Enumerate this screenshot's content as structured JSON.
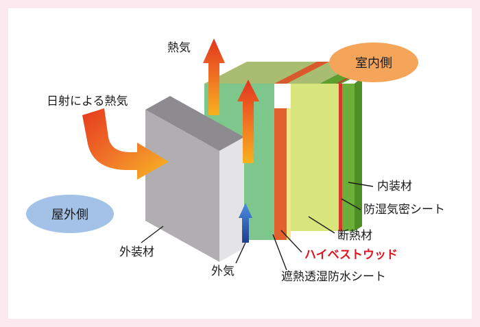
{
  "labels": {
    "heat": "熱気",
    "solar_heat": "日射による熱気",
    "indoor": "室内側",
    "outdoor": "屋外側",
    "interior_material": "内装材",
    "vapor_barrier": "防湿気密シート",
    "insulation": "断熱材",
    "hibestwood": "ハイベストウッド",
    "breathable_sheet": "遮熱透湿防水シート",
    "exterior_material": "外装材",
    "outside_air": "外気"
  },
  "colors": {
    "page_bg": "#fbe9ef",
    "indoor_bubble": "#f4a55a",
    "outdoor_bubble": "#a4c2e8",
    "interior_green": "#6cae3a",
    "vapor_red": "#d9352a",
    "insulation_yellow": "#d8e57c",
    "hibestwood_orange": "#e2602e",
    "airgap_green": "#7ec78c",
    "exterior_gray": "#b0aeb0",
    "accent_red": "#e0141e",
    "outside_air_blue": "#2f66b8"
  }
}
